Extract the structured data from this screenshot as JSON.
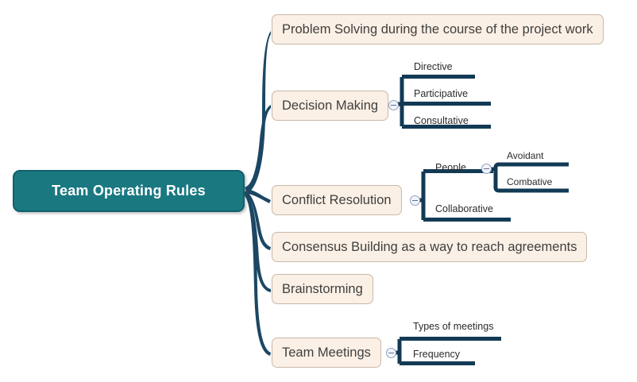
{
  "colors": {
    "root_fill": "#1a7881",
    "root_border": "#12606a",
    "root_text": "#ffffff",
    "node_fill": "#fbf0e5",
    "node_border": "#c9b8a8",
    "node_text": "#3f3f3f",
    "branch_main": "#1b4763",
    "branch_sub": "#123a55",
    "toggle_ring": "#8f9fc4",
    "background": "#ffffff"
  },
  "root": {
    "label": "Team Operating Rules"
  },
  "branches": [
    {
      "label": "Problem Solving during the course of the project work",
      "children": []
    },
    {
      "label": "Decision Making",
      "toggle": "collapse-toggle",
      "children": [
        {
          "label": "Directive"
        },
        {
          "label": "Participative"
        },
        {
          "label": "Consultative"
        }
      ]
    },
    {
      "label": "Conflict Resolution",
      "toggle": "collapse-toggle",
      "children": [
        {
          "label": "People",
          "toggle": "collapse-toggle",
          "children": [
            {
              "label": "Avoidant"
            },
            {
              "label": "Combative"
            }
          ]
        },
        {
          "label": "Collaborative"
        }
      ]
    },
    {
      "label": "Consensus Building as a way to reach agreements",
      "children": []
    },
    {
      "label": "Brainstorming",
      "children": []
    },
    {
      "label": "Team Meetings",
      "toggle": "collapse-toggle",
      "children": [
        {
          "label": "Types of meetings"
        },
        {
          "label": "Frequency"
        }
      ]
    }
  ]
}
